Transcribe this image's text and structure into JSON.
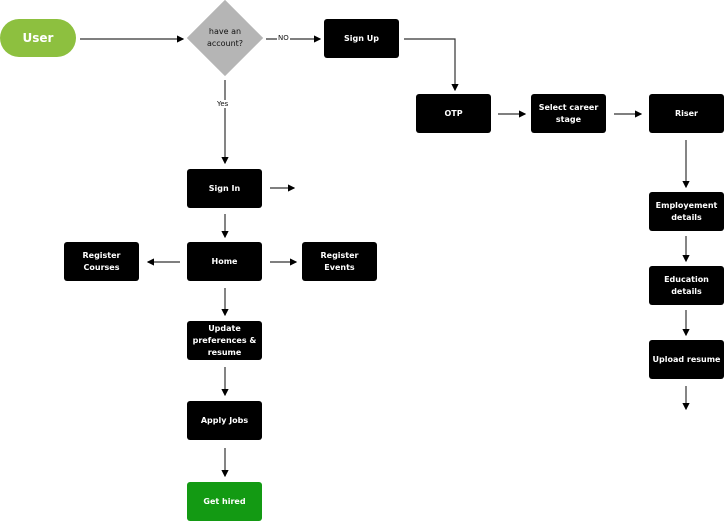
{
  "colors": {
    "start": "#8dc03f",
    "decision": "#b5b5b5",
    "step": "#000000",
    "end": "#139a13"
  },
  "nodes": {
    "user": "User",
    "decision": "have an account?",
    "no_label": "NO",
    "yes_label": "Yes",
    "sign_up": "Sign Up",
    "otp": "OTP",
    "career": "Select career stage",
    "riser": "Riser",
    "employment": "Employement details",
    "education": "Education details",
    "upload": "Upload resume",
    "sign_in": "Sign In",
    "home": "Home",
    "courses": "Register Courses",
    "events": "Register Events",
    "preferences": "Update preferences & resume",
    "apply": "Apply Jobs",
    "hired": "Get hired"
  }
}
